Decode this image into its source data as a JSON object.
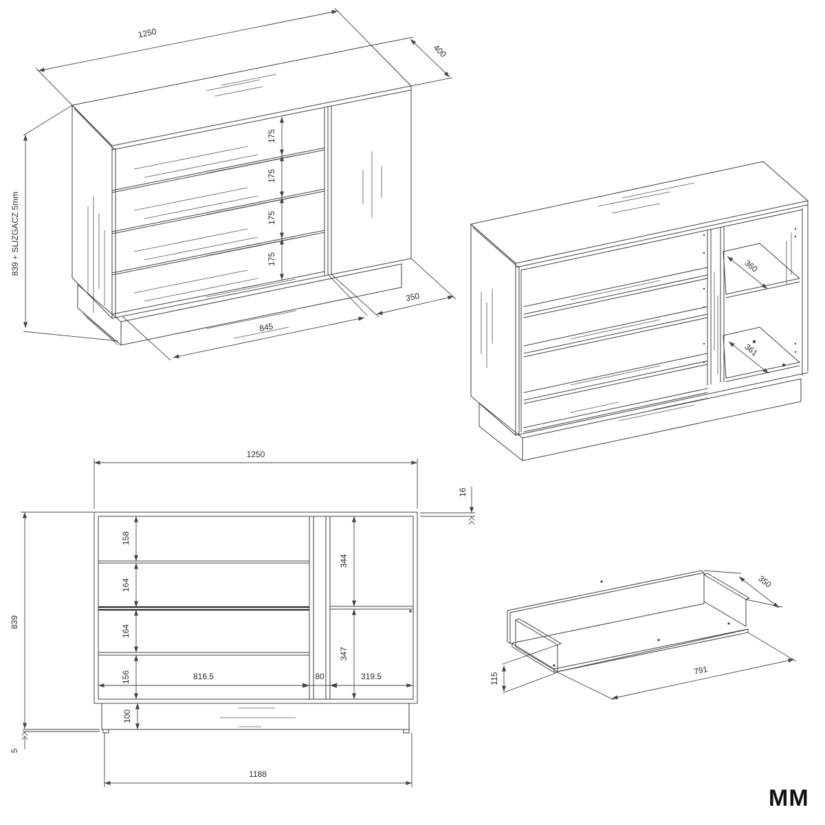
{
  "drawing": {
    "units": "MM",
    "view1": {
      "width": "1250",
      "depth": "400",
      "height": "839 + SLIZGACZ 5mm",
      "drawer1": "175",
      "drawer2": "175",
      "drawer3": "175",
      "drawer4": "175",
      "opening_width": "845",
      "door_width": "350"
    },
    "view2": {
      "shelf_depth": "360",
      "bottom_depth": "361"
    },
    "view3": {
      "width": "1250",
      "top_thickness": "16",
      "height": "839",
      "comp1": "158",
      "comp2": "164",
      "comp3": "164",
      "comp4": "156",
      "right_upper": "344",
      "right_lower": "347",
      "left_opening": "816.5",
      "divider_width": "80",
      "right_opening": "319.5",
      "plinth_height": "100",
      "glide_height": "5",
      "base_width": "1188"
    },
    "view4": {
      "depth": "350",
      "length": "791",
      "height": "115"
    }
  }
}
